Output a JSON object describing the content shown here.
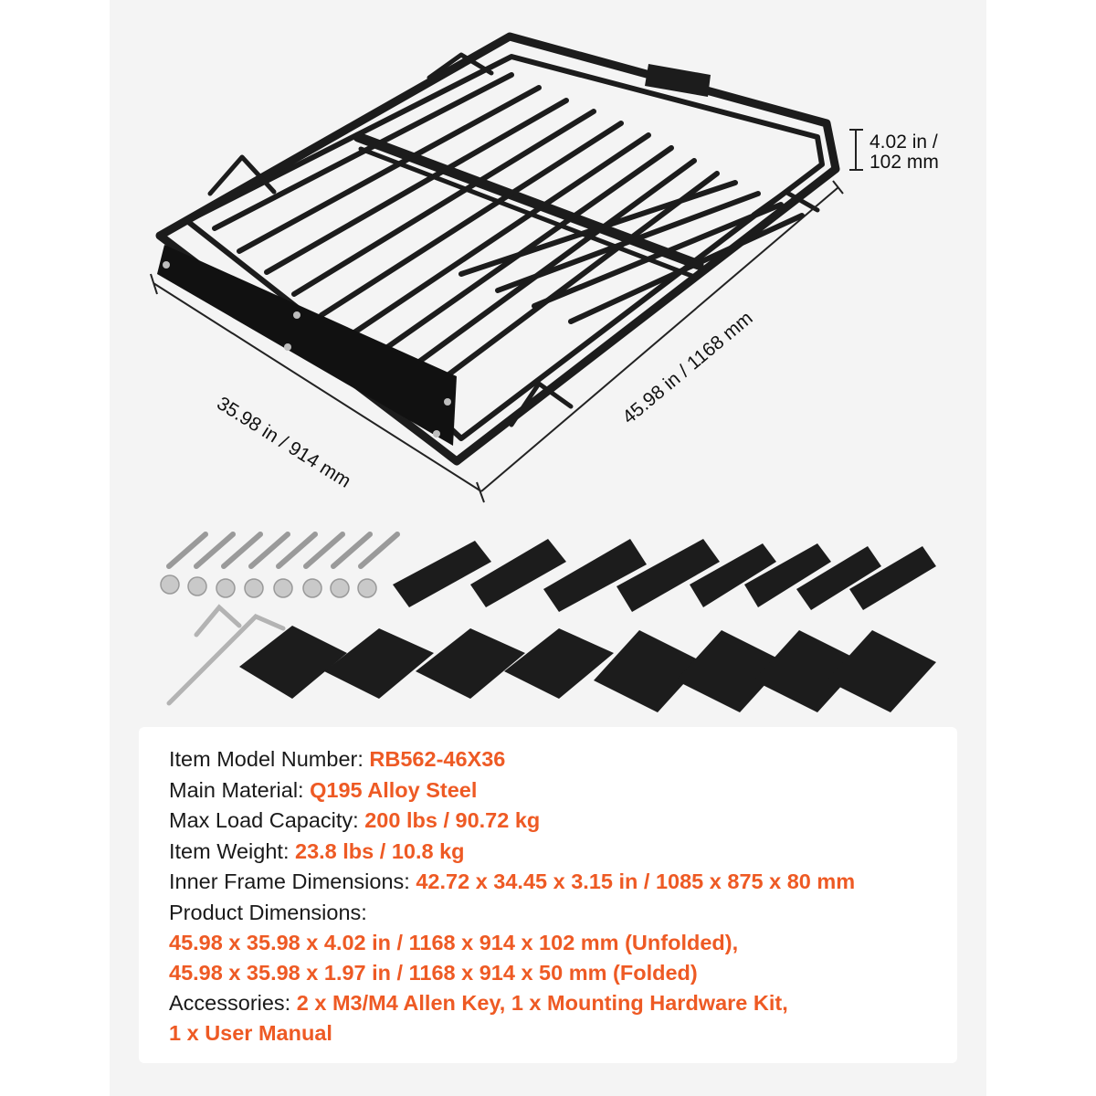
{
  "colors": {
    "accent": "#ee5a24",
    "text": "#1a1a1a",
    "panel": "#f4f4f4",
    "product": "#1c1c1c"
  },
  "dimensions": {
    "height": "4.02 in /\n102 mm",
    "height_line1": "4.02 in /",
    "height_line2": "102 mm",
    "width": "35.98 in / 914 mm",
    "length": "45.98 in / 1168 mm"
  },
  "specs": {
    "model_label": "Item Model Number:",
    "model_value": "RB562-46X36",
    "material_label": "Main Material:",
    "material_value": "Q195 Alloy Steel",
    "load_label": "Max Load Capacity:",
    "load_value": "200 lbs / 90.72 kg",
    "weight_label": "Item Weight:",
    "weight_value": "23.8 lbs / 10.8 kg",
    "inner_label": "Inner Frame Dimensions:",
    "inner_value": "42.72 x 34.45 x 3.15 in / 1085 x 875 x 80 mm",
    "product_label": "Product Dimensions:",
    "product_value_1": "45.98 x 35.98 x 4.02 in / 1168 x 914 x 102 mm (Unfolded),",
    "product_value_2": "45.98 x 35.98 x 1.97 in / 1168 x 914 x 50 mm (Folded)",
    "accessories_label": "Accessories:",
    "accessories_value_1": "2 x M3/M4 Allen Key, 1 x Mounting Hardware Kit,",
    "accessories_value_2": "1 x User Manual"
  }
}
